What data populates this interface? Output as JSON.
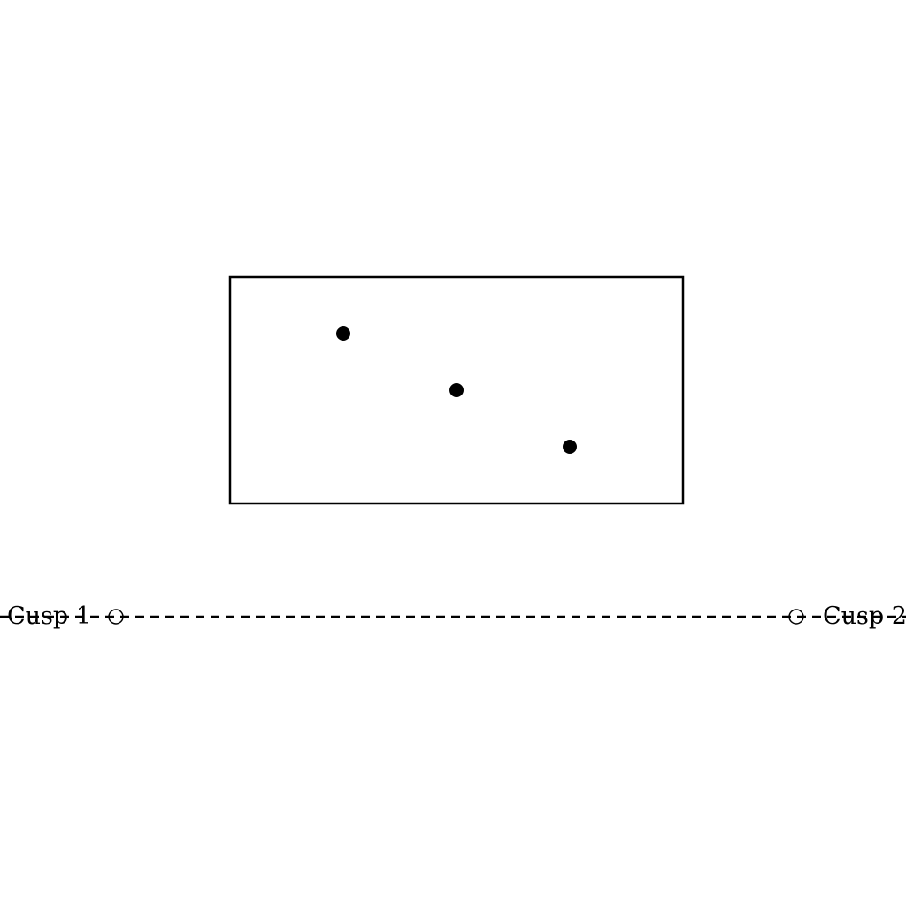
{
  "diagram": {
    "colors": {
      "stroke": "#000000",
      "background": "#ffffff"
    },
    "rectangle": {
      "dots": [
        {
          "name": "dot-1"
        },
        {
          "name": "dot-2"
        },
        {
          "name": "dot-3"
        }
      ]
    },
    "cusp_line": {
      "style": "dashed",
      "left_label": "Cusp 1",
      "right_label": "Cusp 2"
    }
  }
}
